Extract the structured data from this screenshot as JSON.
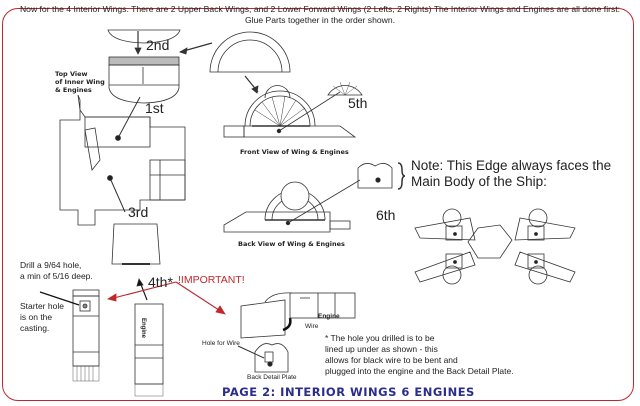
{
  "header": {
    "line1": "Now for the 4 Interior Wings.  There are 2 Upper Back Wings, and 2 Lower Forward Wings (2 Lefts, 2 Rights)  The Interior Wings and Engines are all done first:",
    "line2": "Glue Parts together in the order shown."
  },
  "steps": {
    "s1": "1st",
    "s2": "2nd",
    "s3": "3rd",
    "s4": "4th*",
    "s5": "5th",
    "s6": "6th"
  },
  "captions": {
    "top_view": [
      "Top View",
      "of Inner Wing",
      "& Engines"
    ],
    "front_view": "Front View of Wing & Engines",
    "back_view": "Back View of Wing & Engines"
  },
  "note": "Note: This Edge always faces the Main Body of the Ship:",
  "drill": [
    "Drill a 9/64 hole,",
    "a min of 5/16 deep."
  ],
  "starter": [
    "Starter hole",
    "is on the",
    "casting."
  ],
  "important": "!IMPORTANT!",
  "labels": {
    "engine": "Engine",
    "wire": "Wire",
    "hole_for_wire": "Hole for Wire",
    "back_plate": "Back Detail Plate",
    "engine_vertical": "Engine"
  },
  "footnote": [
    "* The hole you drilled is to be",
    "lined up under as shown - this",
    "allows for black wire to be bent and",
    "plugged into the engine and the Back Detail Plate."
  ],
  "page_title": "PAGE 2:  INTERIOR WINGS 6 ENGINES",
  "colors": {
    "frame": "#c0282d",
    "title": "#2b2d8c",
    "important": "#c0282d"
  }
}
